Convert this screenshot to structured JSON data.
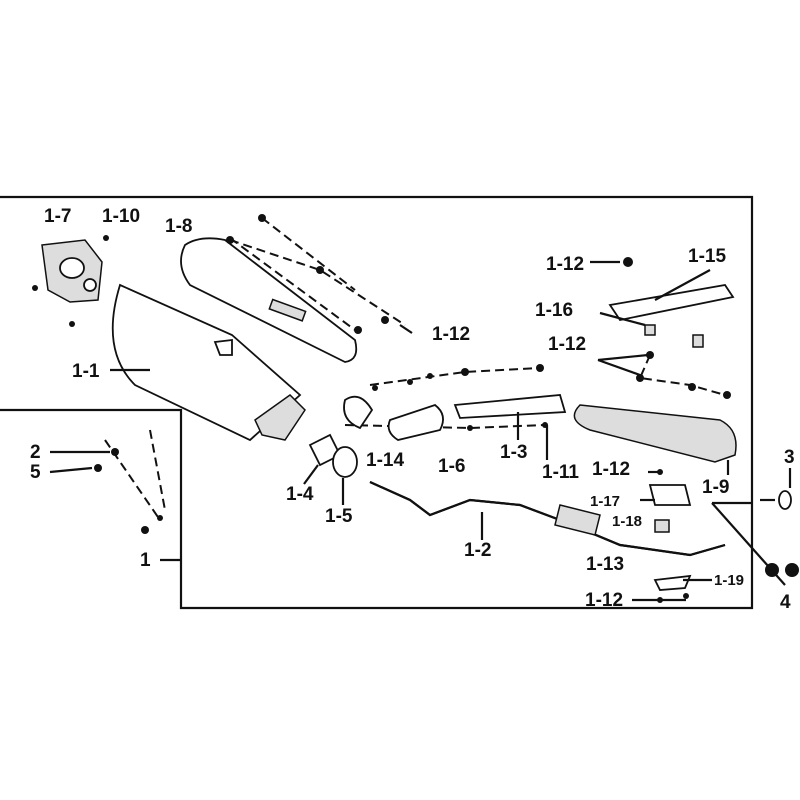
{
  "diagram": {
    "type": "exploded parts diagram - exhaust system",
    "labels": [
      "1-7",
      "1-10",
      "1-8",
      "1-12",
      "1-15",
      "1-16",
      "1-12",
      "1-12",
      "1-1",
      "2",
      "5",
      "1",
      "1-14",
      "1-6",
      "1-3",
      "1-11",
      "1-12",
      "1-9",
      "3",
      "1-4",
      "1-5",
      "1-2",
      "1-17",
      "1-18",
      "1-13",
      "1-19",
      "1-12",
      "4"
    ]
  }
}
